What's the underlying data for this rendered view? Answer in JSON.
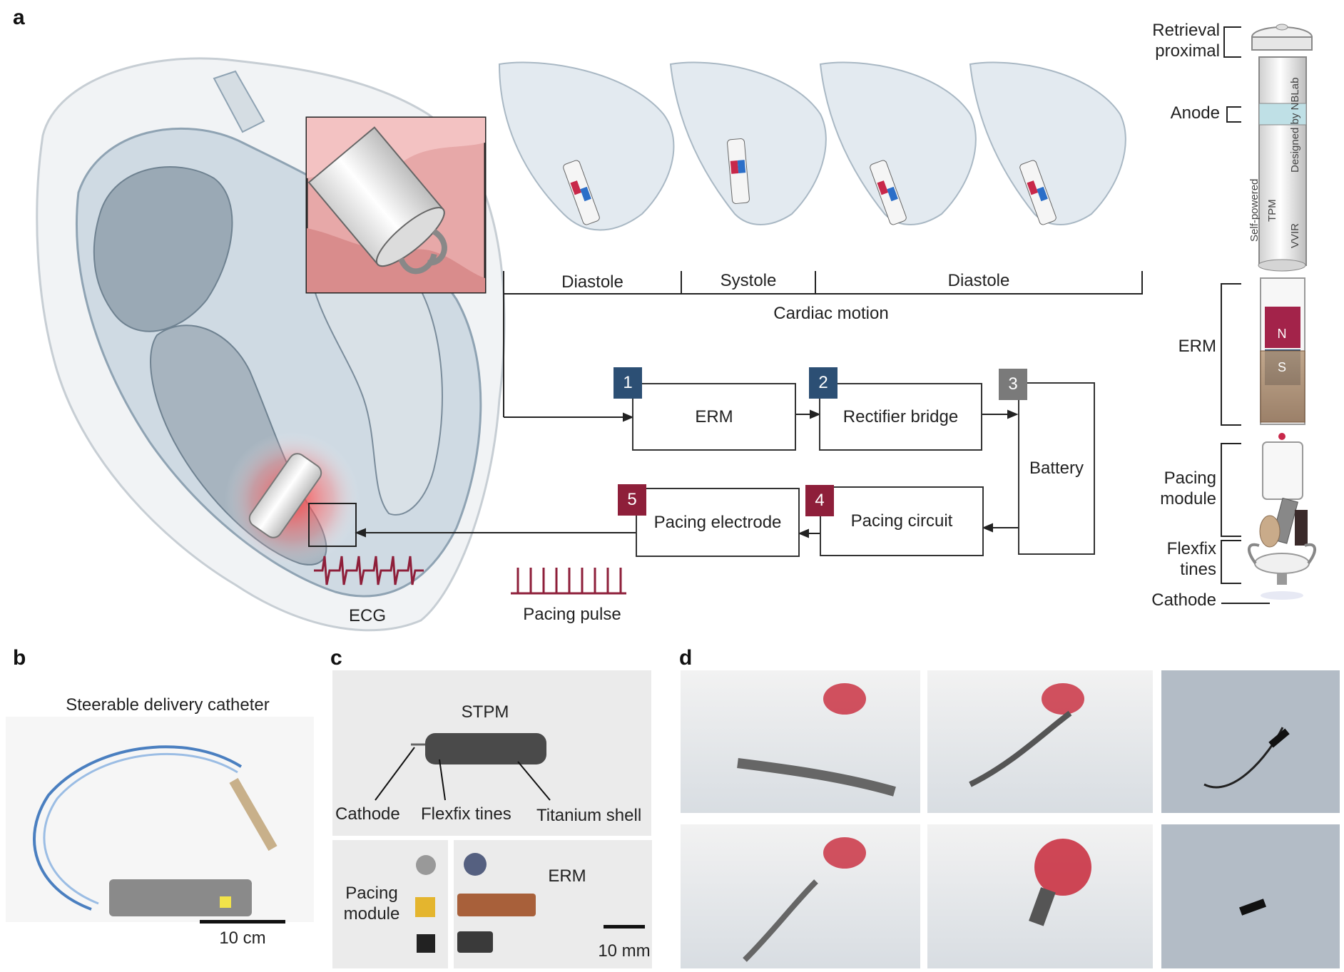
{
  "panels": {
    "a": "a",
    "b": "b",
    "c": "c",
    "d": "d"
  },
  "panel_a": {
    "phases": [
      "Diastole",
      "Systole",
      "Diastole"
    ],
    "cardiac_motion": "Cardiac motion",
    "flow": [
      {
        "num": "1",
        "label": "ERM",
        "color": "#2c4f74"
      },
      {
        "num": "2",
        "label": "Rectifier bridge",
        "color": "#2c4f74"
      },
      {
        "num": "3",
        "label": "Battery",
        "color": "#7a7a7a"
      },
      {
        "num": "4",
        "label": "Pacing circuit",
        "color": "#8e1f3a"
      },
      {
        "num": "5",
        "label": "Pacing electrode",
        "color": "#8e1f3a"
      }
    ],
    "ecg_label": "ECG",
    "pacing_pulse_label": "Pacing pulse",
    "device_labels": {
      "retrieval": "Retrieval\nproximal",
      "anode": "Anode",
      "erm": "ERM",
      "pacing_module": "Pacing\nmodule",
      "flexfix": "Flexfix\ntines",
      "cathode": "Cathode"
    },
    "device_text": {
      "line1": "Self-powered",
      "line2": "TPM",
      "line3": "Designed by NBLab",
      "line4": "VVIR",
      "magnet_n": "N",
      "magnet_s": "S"
    }
  },
  "panel_b": {
    "title": "Steerable delivery catheter",
    "scale": "10 cm"
  },
  "panel_c": {
    "stpm": "STPM",
    "cathode": "Cathode",
    "flexfix": "Flexfix tines",
    "titanium": "Titanium shell",
    "pacing_module": "Pacing\nmodule",
    "erm": "ERM",
    "scale": "10 mm"
  }
}
